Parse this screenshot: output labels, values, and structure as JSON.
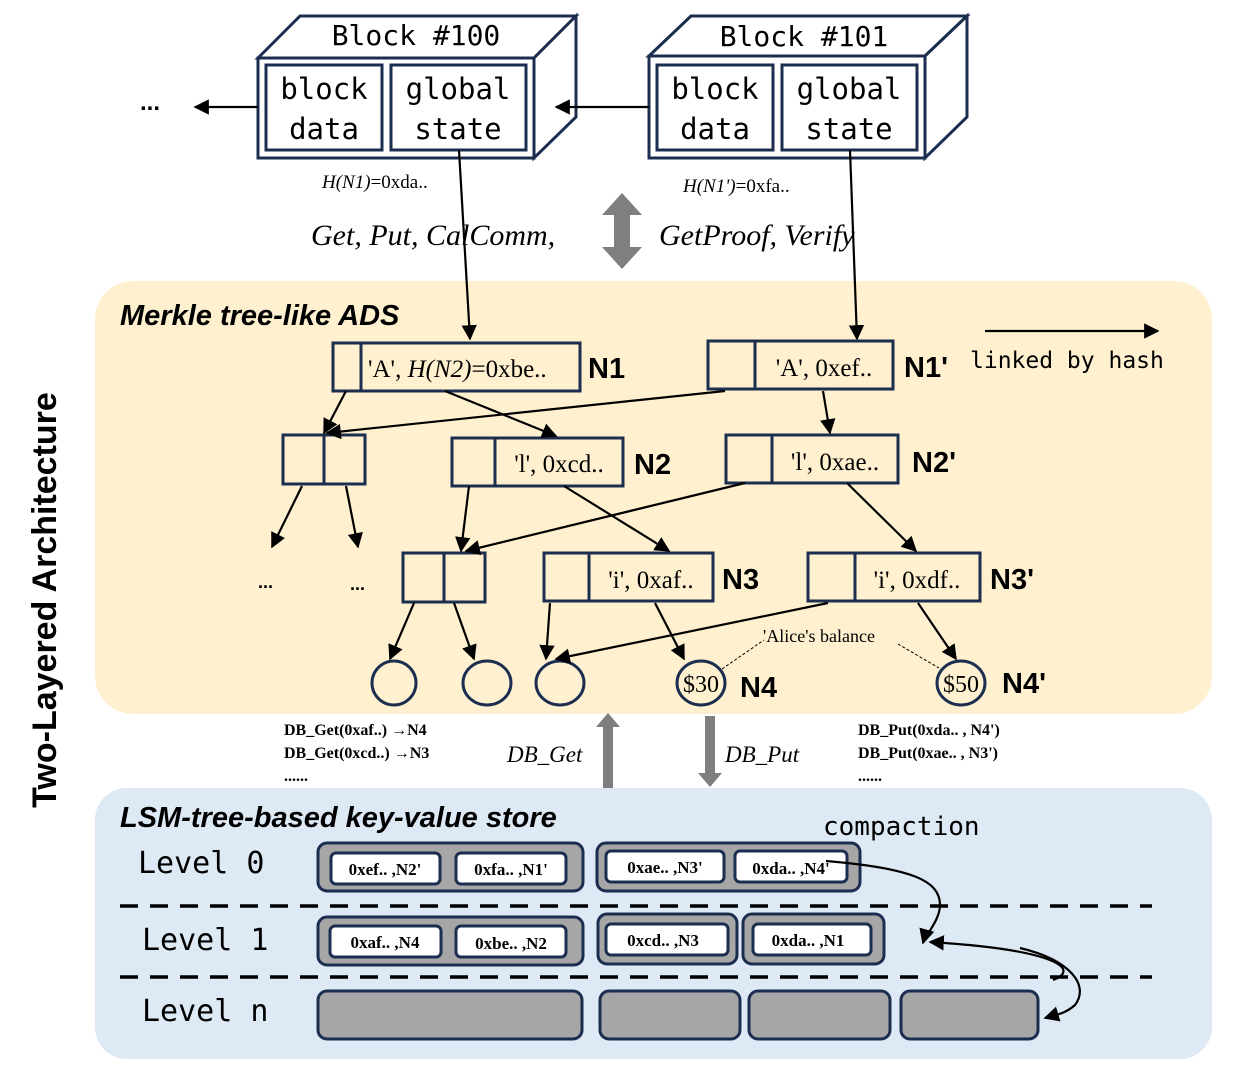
{
  "side_title": "Two-Layered Architecture",
  "blockchain": {
    "ellipsis": "...",
    "blocks": [
      {
        "title": "Block #100",
        "left_cell": [
          "block",
          "data"
        ],
        "right_cell": [
          "global",
          "state"
        ],
        "hash_label_italic": "H(N1)",
        "hash_label_value": "=0xda.."
      },
      {
        "title": "Block #101",
        "left_cell": [
          "block",
          "data"
        ],
        "right_cell": [
          "global",
          "state"
        ],
        "hash_label_italic": "H(N1')",
        "hash_label_value": "=0xfa.."
      }
    ]
  },
  "api": {
    "left_ops": "Get, Put, CalComm,",
    "right_ops": "GetProof, Verify"
  },
  "ads": {
    "title": "Merkle tree-like ADS",
    "background": "#fff1d0",
    "legend_label": "linked by hash",
    "nodes": {
      "n1": {
        "key": "'A', ",
        "hash_italic": "H(N2)",
        "hash_value": "=0xbe..",
        "label": "N1"
      },
      "n1p": {
        "text": "'A', 0xef..",
        "label": "N1'"
      },
      "n2": {
        "text": "'l', 0xcd..",
        "label": "N2"
      },
      "n2p": {
        "text": "'l', 0xae..",
        "label": "N2'"
      },
      "n3": {
        "text": "'i', 0xaf..",
        "label": "N3"
      },
      "n3p": {
        "text": "'i', 0xdf..",
        "label": "N3'"
      },
      "n4": {
        "text": "$30",
        "label": "N4"
      },
      "n4p": {
        "text": "$50",
        "label": "N4'"
      }
    },
    "ellipsis_left": "...",
    "ellipsis_right": "...",
    "annotation": "'Alice's balance"
  },
  "db_ops": {
    "get_lines": [
      "DB_Get(0xaf..) →N4",
      "DB_Get(0xcd..) →N3",
      "......"
    ],
    "put_lines": [
      "DB_Put(0xda.. , N4')",
      "DB_Put(0xae.. , N3')",
      "......"
    ],
    "get_label": "DB_Get",
    "put_label": "DB_Put"
  },
  "lsm": {
    "title": "LSM-tree-based key-value store",
    "background": "#dde9f5",
    "compaction_label": "compaction",
    "levels": [
      {
        "label": "Level 0",
        "sstables": [
          [
            "0xef.. ,N2'",
            "0xfa.. ,N1'"
          ],
          [
            "0xae.. ,N3'",
            "0xda.. ,N4'"
          ]
        ]
      },
      {
        "label": "Level 1",
        "sstables": [
          [
            "0xaf.. ,N4",
            "0xbe.. ,N2"
          ],
          [
            "0xcd.. ,N3"
          ],
          [
            "0xda.. ,N1"
          ]
        ]
      },
      {
        "label": "Level n",
        "sstables": [
          [],
          [],
          [],
          []
        ]
      }
    ]
  }
}
